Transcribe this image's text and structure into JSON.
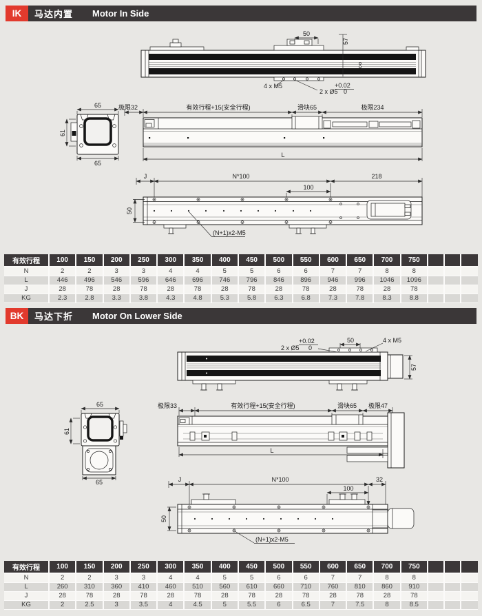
{
  "colors": {
    "page_bg": "#e8e7e4",
    "bar": "#3b3738",
    "accent": "#e23a2d",
    "row_dark": "#d9d8d5",
    "row_light": "#f5f4f1",
    "line": "#1c1c1c"
  },
  "sections": [
    {
      "id": "ik",
      "badge": "IK",
      "title_cn": "马达内置",
      "title_en": "Motor In Side",
      "top_view": {
        "dim_slider_width": "50",
        "dim_height": "57",
        "label_m5": "4 x M5",
        "label_holes": "2 x Ø5",
        "tol_top": "+0.02",
        "tol_bottom": "0"
      },
      "side_view": {
        "limit_left": "极限32",
        "stroke": "有效行程+15(安全行程)",
        "slider": "滑块65",
        "limit_right": "极限234",
        "length": "L"
      },
      "cross_view": {
        "width_top": "65",
        "height": "61",
        "width_bottom": "65"
      },
      "bottom_view": {
        "dim_j": "J",
        "dim_n100": "N*100",
        "dim_100": "100",
        "dim_right": "218",
        "dim_50": "50",
        "label_holes": "(N+1)x2-M5"
      },
      "table": {
        "header": [
          "有效行程",
          "100",
          "150",
          "200",
          "250",
          "300",
          "350",
          "400",
          "450",
          "500",
          "550",
          "600",
          "650",
          "700",
          "750",
          "",
          "",
          ""
        ],
        "rows": [
          {
            "label": "N",
            "values": [
              "2",
              "2",
              "3",
              "3",
              "4",
              "4",
              "5",
              "5",
              "6",
              "6",
              "7",
              "7",
              "8",
              "8",
              "",
              "",
              ""
            ]
          },
          {
            "label": "L",
            "values": [
              "446",
              "496",
              "546",
              "596",
              "646",
              "696",
              "746",
              "796",
              "846",
              "896",
              "946",
              "996",
              "1046",
              "1096",
              "",
              "",
              ""
            ]
          },
          {
            "label": "J",
            "values": [
              "28",
              "78",
              "28",
              "78",
              "28",
              "78",
              "28",
              "78",
              "28",
              "78",
              "28",
              "78",
              "28",
              "78",
              "",
              "",
              ""
            ]
          },
          {
            "label": "KG",
            "values": [
              "2.3",
              "2.8",
              "3.3",
              "3.8",
              "4.3",
              "4.8",
              "5.3",
              "5.8",
              "6.3",
              "6.8",
              "7.3",
              "7.8",
              "8.3",
              "8.8",
              "",
              "",
              ""
            ]
          }
        ]
      }
    },
    {
      "id": "bk",
      "badge": "BK",
      "title_cn": "马达下折",
      "title_en": "Motor On Lower Side",
      "top_view": {
        "dim_slider_width": "50",
        "dim_height": "57",
        "label_m5": "4 x M5",
        "label_holes": "2 x Ø5",
        "tol_top": "+0.02",
        "tol_bottom": "0"
      },
      "side_view": {
        "limit_left": "极限33",
        "stroke": "有效行程+15(安全行程)",
        "slider": "滑块65",
        "limit_right": "极限47",
        "length": "L"
      },
      "cross_view": {
        "width_top": "65",
        "height": "61",
        "width_bottom": "65"
      },
      "bottom_view": {
        "dim_j": "J",
        "dim_n100": "N*100",
        "dim_100": "100",
        "dim_right": "32",
        "dim_50": "50",
        "label_holes": "(N+1)x2-M5"
      },
      "table": {
        "header": [
          "有效行程",
          "100",
          "150",
          "200",
          "250",
          "300",
          "350",
          "400",
          "450",
          "500",
          "550",
          "600",
          "650",
          "700",
          "750",
          "",
          "",
          ""
        ],
        "rows": [
          {
            "label": "N",
            "values": [
              "2",
              "2",
              "3",
              "3",
              "4",
              "4",
              "5",
              "5",
              "6",
              "6",
              "7",
              "7",
              "8",
              "8",
              "",
              "",
              ""
            ]
          },
          {
            "label": "L",
            "values": [
              "260",
              "310",
              "360",
              "410",
              "460",
              "510",
              "560",
              "610",
              "660",
              "710",
              "760",
              "810",
              "860",
              "910",
              "",
              "",
              ""
            ]
          },
          {
            "label": "J",
            "values": [
              "28",
              "78",
              "28",
              "78",
              "28",
              "78",
              "28",
              "78",
              "28",
              "78",
              "28",
              "78",
              "28",
              "78",
              "",
              "",
              ""
            ]
          },
          {
            "label": "KG",
            "values": [
              "2",
              "2.5",
              "3",
              "3.5",
              "4",
              "4.5",
              "5",
              "5.5",
              "6",
              "6.5",
              "7",
              "7.5",
              "8",
              "8.5",
              "",
              "",
              ""
            ]
          }
        ]
      }
    }
  ]
}
